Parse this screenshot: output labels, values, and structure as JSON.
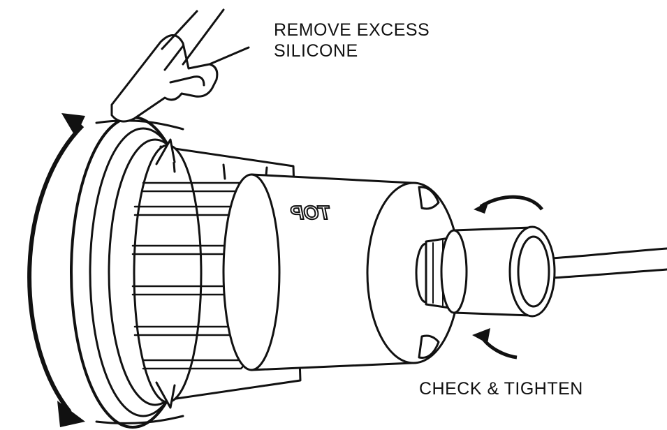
{
  "annotations": {
    "remove_line1": "REMOVE EXCESS",
    "remove_line2": "SILICONE",
    "check_tighten": "CHECK & TIGHTEN",
    "top_marking": "TOP"
  },
  "colors": {
    "line": "#111111",
    "fill": "#ffffff"
  },
  "icons": [
    "hand-pointing-icon",
    "rotate-arrow-icon",
    "tighten-arrow-icon"
  ]
}
